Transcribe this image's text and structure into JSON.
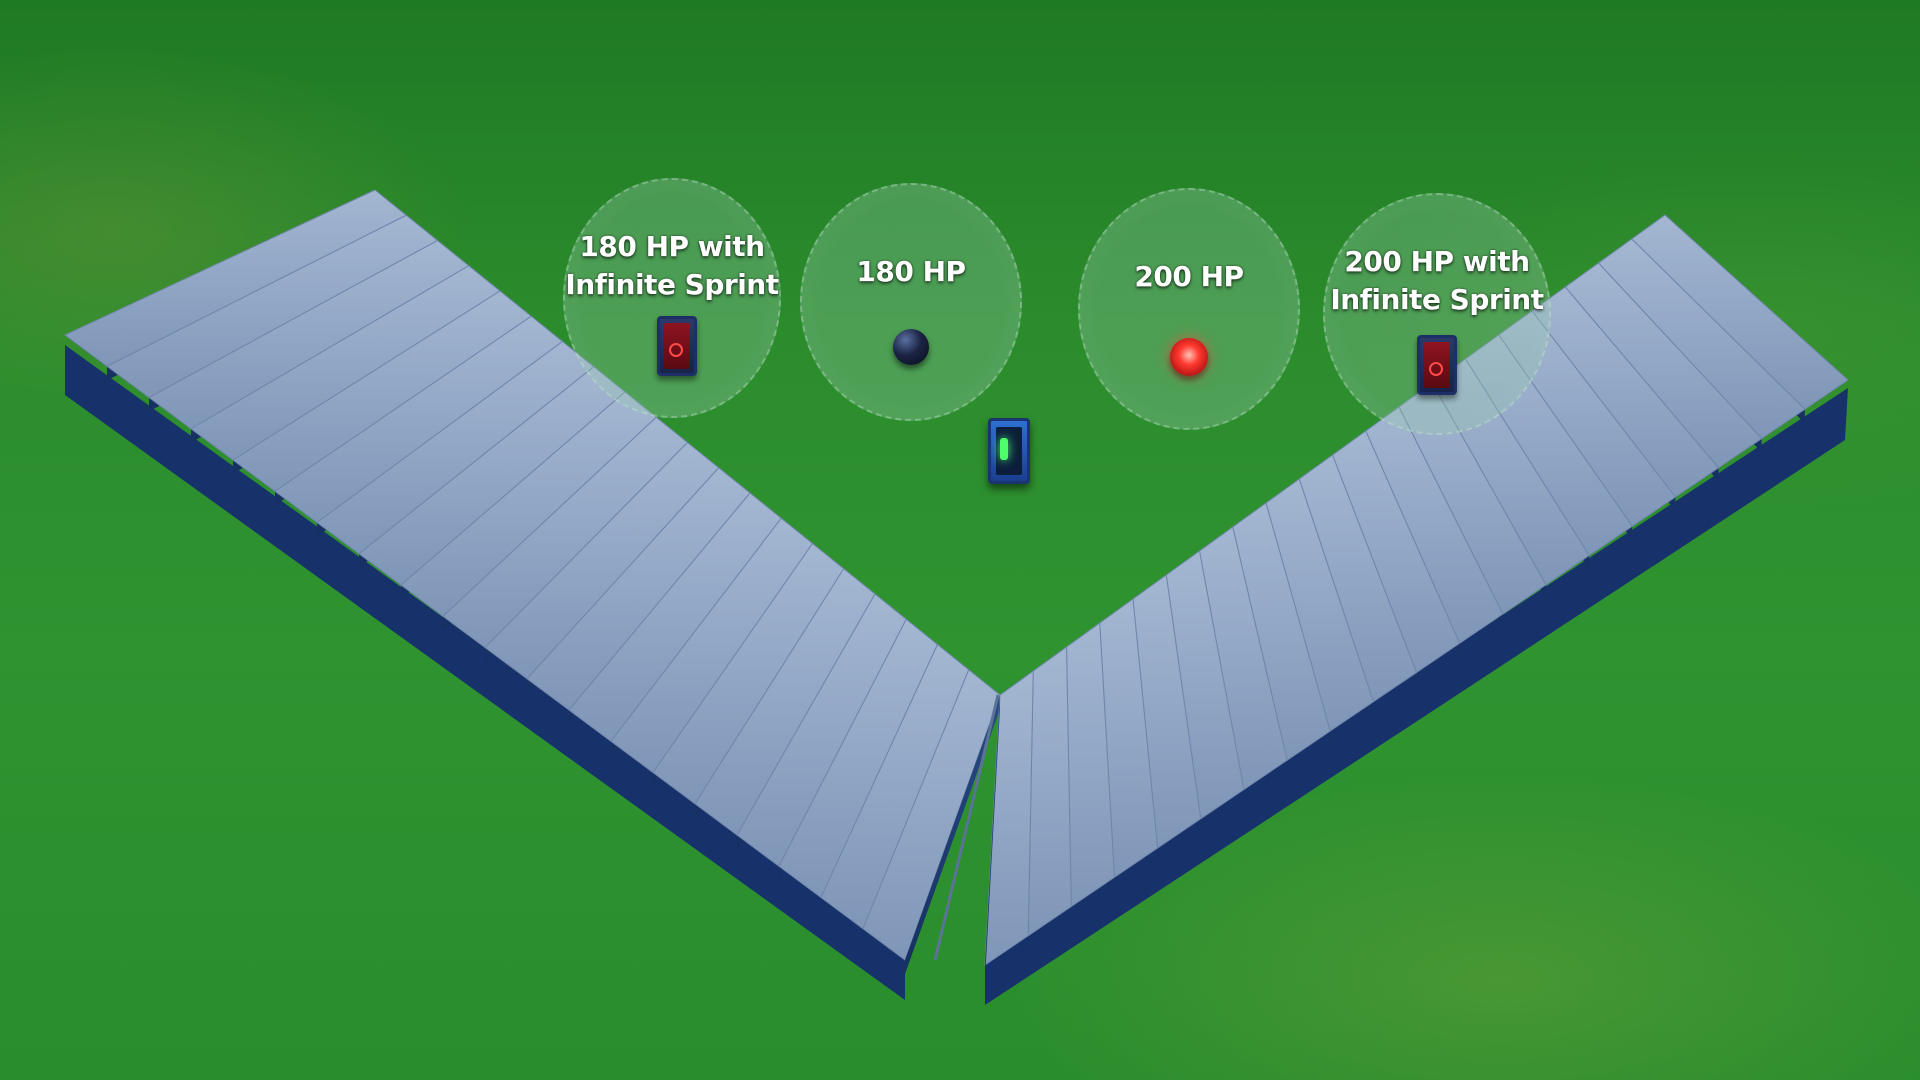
{
  "scene": {
    "name": "hp-selection-arena"
  },
  "zones": [
    {
      "id": "zone-180hp-sprint",
      "label_lines": [
        "180 HP with",
        "Infinite Sprint"
      ],
      "device": "red-button-icon"
    },
    {
      "id": "zone-180hp",
      "label_lines": [
        "180 HP"
      ],
      "device": "dark-orb-icon"
    },
    {
      "id": "zone-200hp",
      "label_lines": [
        "200 HP"
      ],
      "device": "red-orb-icon"
    },
    {
      "id": "zone-200hp-sprint",
      "label_lines": [
        "200 HP with",
        "Infinite Sprint"
      ],
      "device": "red-button-icon"
    }
  ],
  "center_device": "green-switch-icon",
  "colors": {
    "grass": "#2b8c2c",
    "stair_top": "#8fa6c4",
    "stair_side": "#1b3a73",
    "zone_fill": "#96c8aa"
  }
}
